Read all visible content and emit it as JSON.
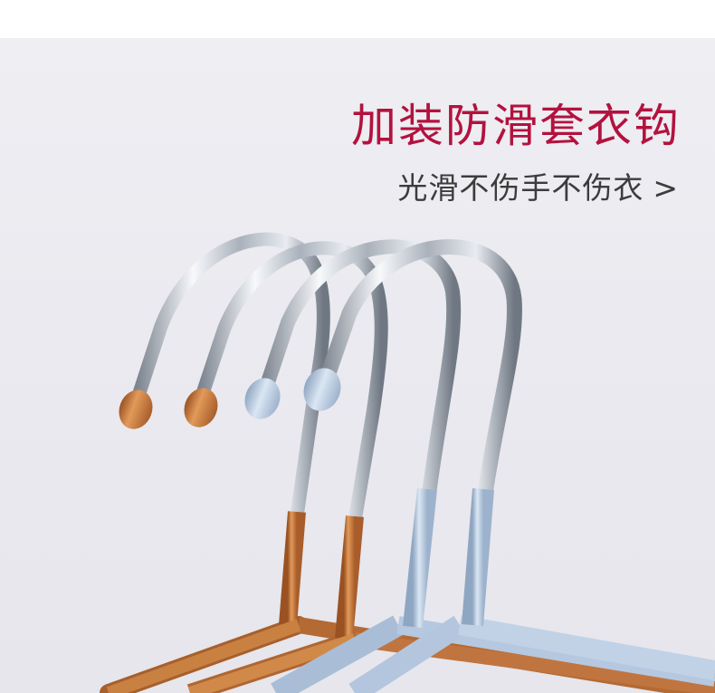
{
  "banner": {
    "headline": "加装防滑套衣钩",
    "subline": "光滑不伤手不伤衣",
    "chevron": ">"
  },
  "colors": {
    "headline": "#b3123e",
    "subline": "#3c3c3c",
    "background": "#ebebf0",
    "copper": "#c8783a",
    "pale_blue": "#b9cde4",
    "chrome": "#c9ced6"
  },
  "product": {
    "name": "clothes-hanger",
    "hangers": [
      {
        "finish": "copper",
        "tip": "copper"
      },
      {
        "finish": "copper",
        "tip": "copper"
      },
      {
        "finish": "pale-blue",
        "tip": "pale-blue"
      },
      {
        "finish": "pale-blue",
        "tip": "pale-blue"
      }
    ]
  }
}
